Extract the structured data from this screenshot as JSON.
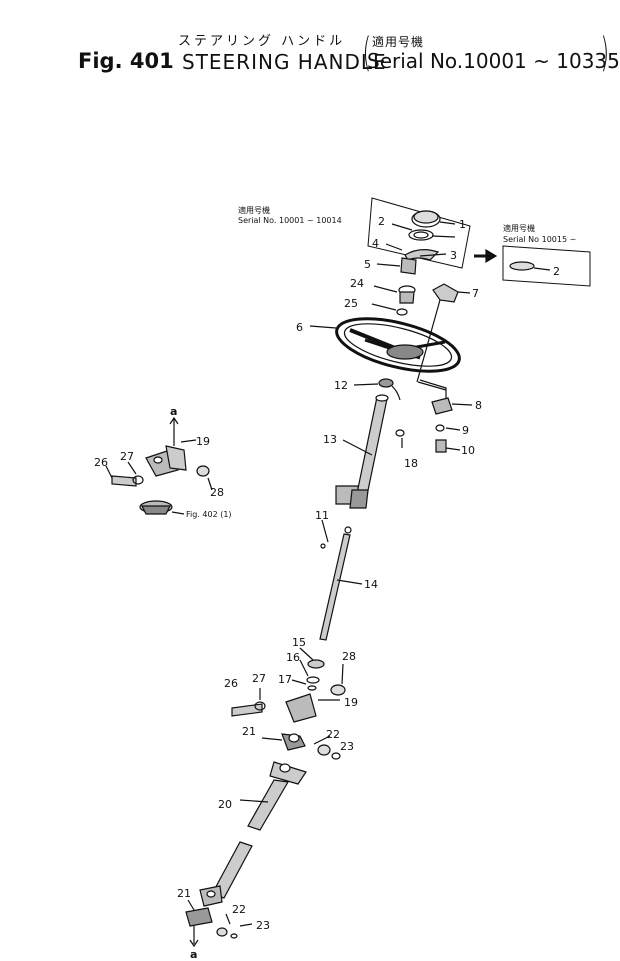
{
  "header": {
    "jp_title": "ステアリング ハンドル",
    "jp_serial": "適用号機",
    "fig_label": "Fig. 401",
    "title": "STEERING HANDLE",
    "serial": "Serial No.10001 ~ 10335"
  },
  "callouts": {
    "left_serial_jp": "適用号機",
    "left_serial": "Serial No. 10001 ~ 10014",
    "right_serial_jp": "適用号機",
    "right_serial": "Serial No 10015 ~",
    "ref_note": "Fig. 402 (1)",
    "ref_a_top": "a",
    "ref_a_bottom": "a"
  },
  "parts": [
    {
      "num": "1",
      "label": "1"
    },
    {
      "num": "2",
      "label": "2"
    },
    {
      "num": "3",
      "label": "3"
    },
    {
      "num": "4",
      "label": "4"
    },
    {
      "num": "5",
      "label": "5"
    },
    {
      "num": "6",
      "label": "6"
    },
    {
      "num": "7",
      "label": "7"
    },
    {
      "num": "8",
      "label": "8"
    },
    {
      "num": "9",
      "label": "9"
    },
    {
      "num": "10",
      "label": "10"
    },
    {
      "num": "11",
      "label": "11"
    },
    {
      "num": "12",
      "label": "12"
    },
    {
      "num": "13",
      "label": "13"
    },
    {
      "num": "14",
      "label": "14"
    },
    {
      "num": "15",
      "label": "15"
    },
    {
      "num": "16",
      "label": "16"
    },
    {
      "num": "17",
      "label": "17"
    },
    {
      "num": "18",
      "label": "18"
    },
    {
      "num": "19",
      "label": "19"
    },
    {
      "num": "20",
      "label": "20"
    },
    {
      "num": "21",
      "label": "21"
    },
    {
      "num": "22",
      "label": "22"
    },
    {
      "num": "23",
      "label": "23"
    },
    {
      "num": "24",
      "label": "24"
    },
    {
      "num": "25",
      "label": "25"
    },
    {
      "num": "26",
      "label": "26"
    },
    {
      "num": "27",
      "label": "27"
    },
    {
      "num": "28",
      "label": "28"
    }
  ]
}
